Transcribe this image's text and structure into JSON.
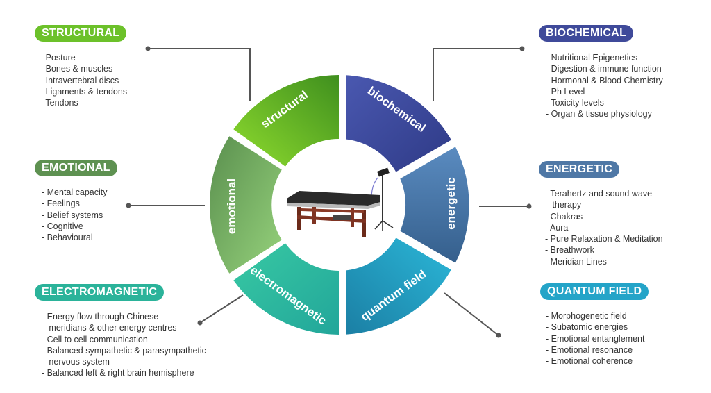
{
  "categories": {
    "structural": {
      "title": "STRUCTURAL",
      "segment": "structural",
      "color": "#6cc12a",
      "items": [
        "- Posture",
        "- Bones & muscles",
        "- Intravertebral discs",
        "- Ligaments & tendons",
        "- Tendons"
      ]
    },
    "biochemical": {
      "title": "BIOCHEMICAL",
      "segment": "biochemical",
      "color": "#3f4a9a",
      "items": [
        "- Nutritional Epigenetics",
        "- Digestion & immune function",
        "- Hormonal & Blood Chemistry",
        "- Ph Level",
        "- Toxicity levels",
        "- Organ & tissue physiology"
      ]
    },
    "emotional": {
      "title": "EMOTIONAL",
      "segment": "emotional",
      "color": "#5e9151",
      "items": [
        "- Mental capacity",
        "- Feelings",
        "- Belief systems",
        "- Cognitive",
        "- Behavioural"
      ]
    },
    "energetic": {
      "title": "ENERGETIC",
      "segment": "energetic",
      "color": "#4f78a6",
      "items": [
        "- Terahertz and sound wave",
        "   therapy",
        "- Chakras",
        "- Aura",
        "- Pure Relaxation & Meditation",
        "- Breathwork",
        "- Meridian Lines"
      ]
    },
    "electromagnetic": {
      "title": "ELECTROMAGNETIC",
      "segment": "electromagnetic",
      "color": "#2bb39a",
      "items": [
        "- Energy flow through Chinese",
        "   meridians & other energy centres",
        "- Cell to cell communication",
        "- Balanced sympathetic & parasympathetic",
        "   nervous system",
        "- Balanced left & right brain hemisphere"
      ]
    },
    "quantum": {
      "title": "QUANTUM FIELD",
      "segment": "quantum field",
      "color": "#24a4c8",
      "items": [
        "- Morphogenetic field",
        "- Subatomic energies",
        "- Emotional entanglement",
        "- Emotional resonance",
        "- Emotional coherence"
      ]
    }
  },
  "icons": {
    "center": "therapy-table-icon"
  }
}
